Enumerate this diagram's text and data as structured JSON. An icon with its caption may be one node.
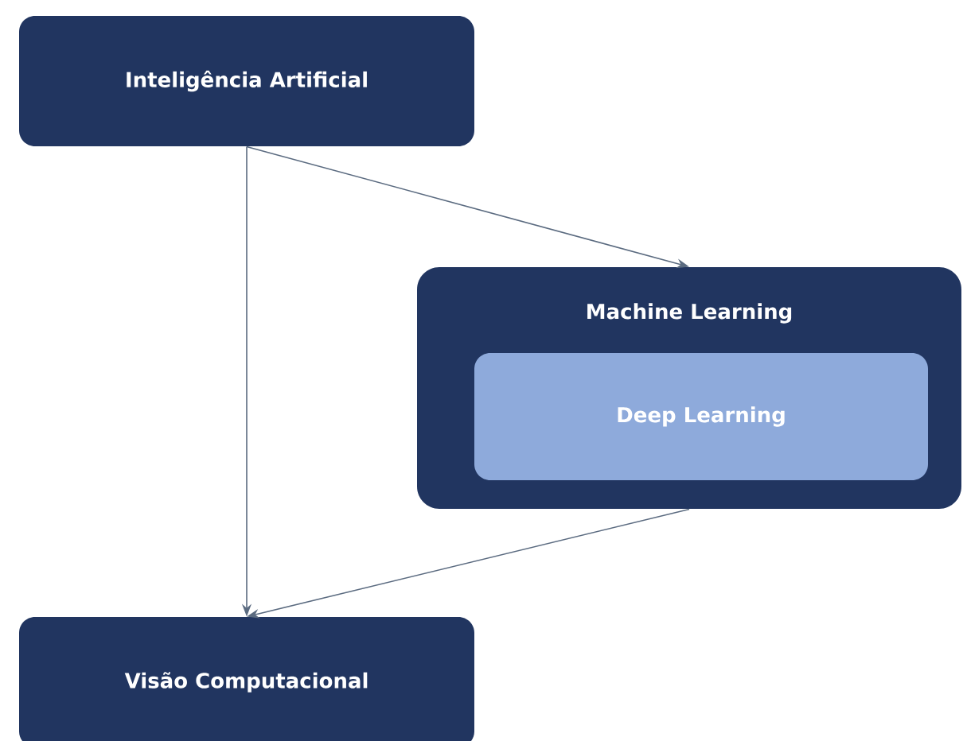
{
  "diagram": {
    "nodes": [
      {
        "text": [
          "Inteligência Artificial"
        ]
      },
      {
        "text": [
          "Machine Learning"
        ]
      },
      {
        "text": [
          "Deep Learning"
        ],
        "in": 1
      },
      {
        "text": [
          "Visão Computacional"
        ]
      }
    ],
    "edges": [
      {
        "from": 0,
        "to": 3,
        "arrow": "to"
      },
      {
        "from": 0,
        "to": 1,
        "arrow": "to"
      },
      {
        "from": 1,
        "to": 3,
        "arrow": "to"
      }
    ]
  }
}
